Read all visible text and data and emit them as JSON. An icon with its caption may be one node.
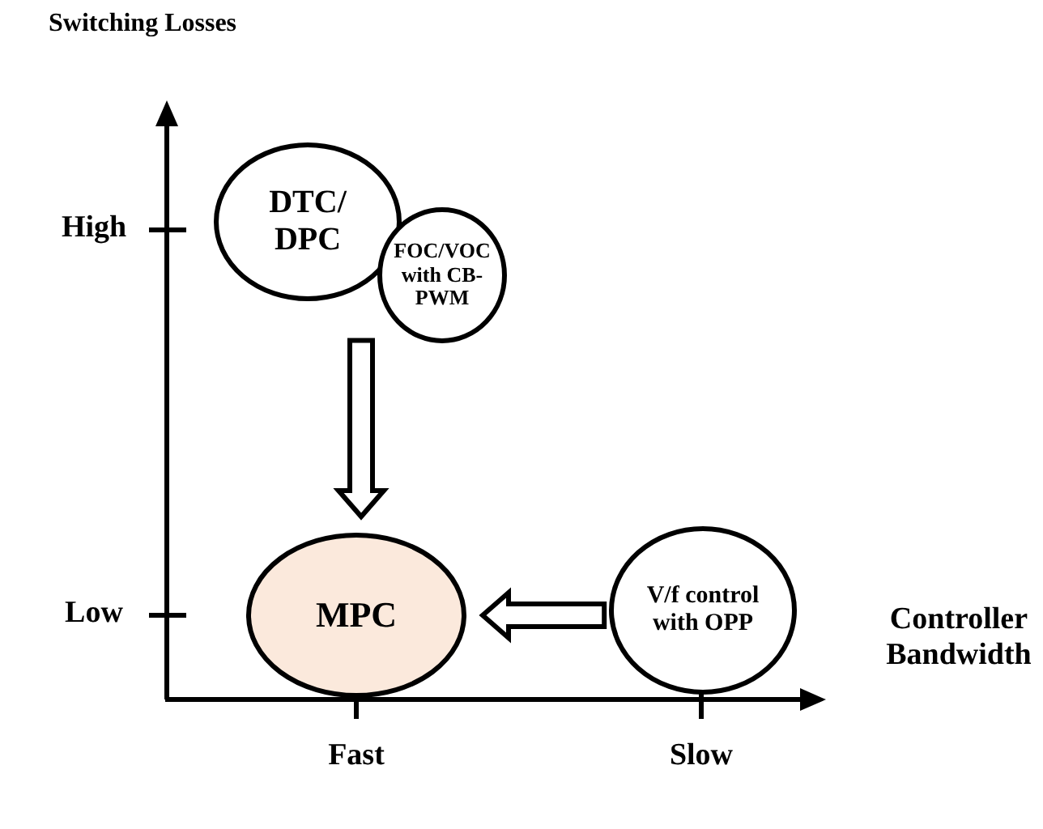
{
  "diagram": {
    "title": "Switching Losses",
    "nodes": [
      {
        "text": [
          "DTC/ DPC"
        ]
      },
      {
        "text": [
          "FOC/VOC with CB-PWM"
        ]
      },
      {
        "text": [
          "MPC"
        ]
      },
      {
        "text": [
          "V/f control with OPP"
        ]
      }
    ],
    "edges": [
      {
        "from": 0,
        "to": 2,
        "arrow": "to"
      },
      {
        "from": 3,
        "to": 2,
        "arrow": "to"
      }
    ],
    "labels": [
      "High",
      "Low",
      "Controller Bandwidth",
      "Fast",
      "Slow"
    ]
  }
}
